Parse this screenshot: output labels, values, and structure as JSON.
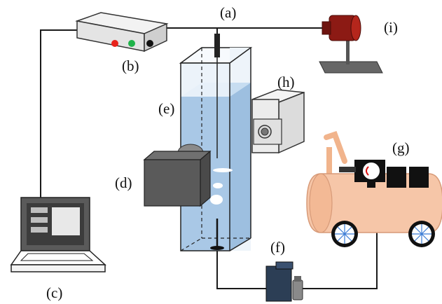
{
  "labels": {
    "a": "(a)",
    "b": "(b)",
    "c": "(c)",
    "d": "(d)",
    "e": "(e)",
    "f": "(f)",
    "g": "(g)",
    "h": "(h)",
    "i": "(i)"
  },
  "colors": {
    "wire": "#1a1a1a",
    "water": "#a9c8e6",
    "water_top": "#c7ddf1",
    "tank_air": "#eaf2fa",
    "camera_body": "#5a5a5a",
    "controller_body": "#e4e4e4",
    "led_red": "#e8231c",
    "led_green": "#1fb34a",
    "led_black": "#111111",
    "laser_body": "#8c1a14",
    "compressor_tank": "#f6c6a8",
    "compressor_pipe": "#f1b48c",
    "laptop_screen": "#4a4a4a",
    "valve_body": "#2c3e55"
  }
}
